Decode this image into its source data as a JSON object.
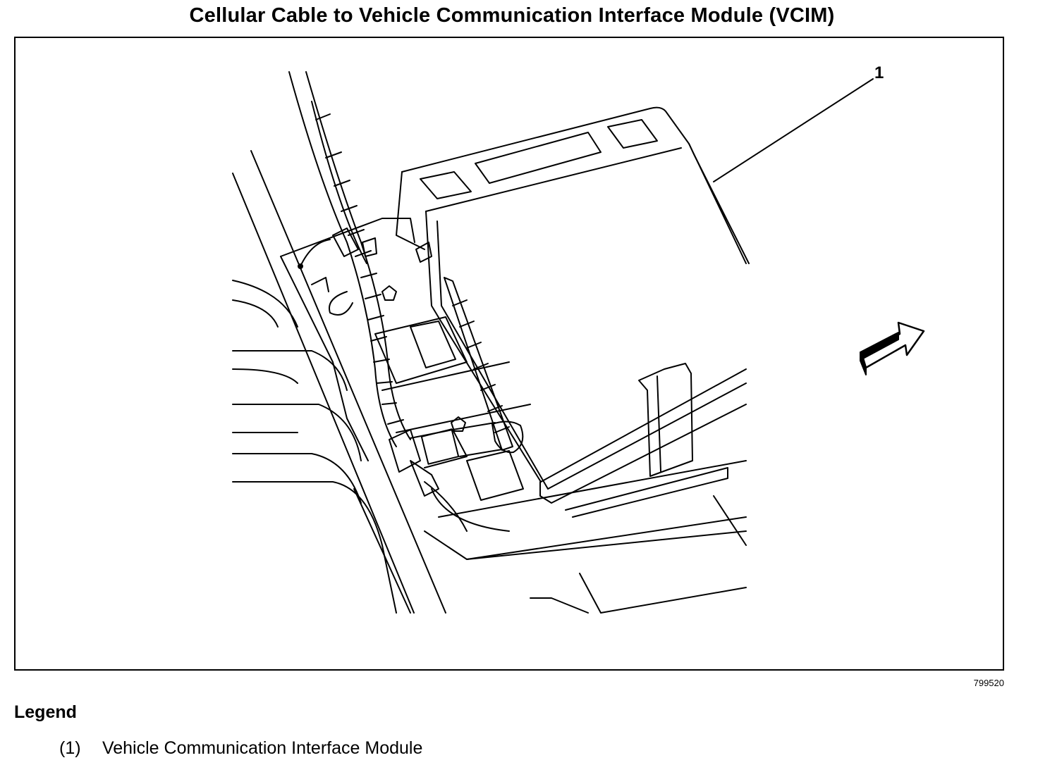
{
  "title": "Cellular Cable to Vehicle Communication Interface Module (VCIM)",
  "callout": {
    "number": "1"
  },
  "figure_id": "799520",
  "legend": {
    "heading": "Legend",
    "items": [
      {
        "number": "(1)",
        "label": "Vehicle Communication Interface Module"
      }
    ]
  },
  "icons": [
    "direction-arrow-icon"
  ],
  "colors": {
    "line": "#000000",
    "background": "#ffffff"
  }
}
